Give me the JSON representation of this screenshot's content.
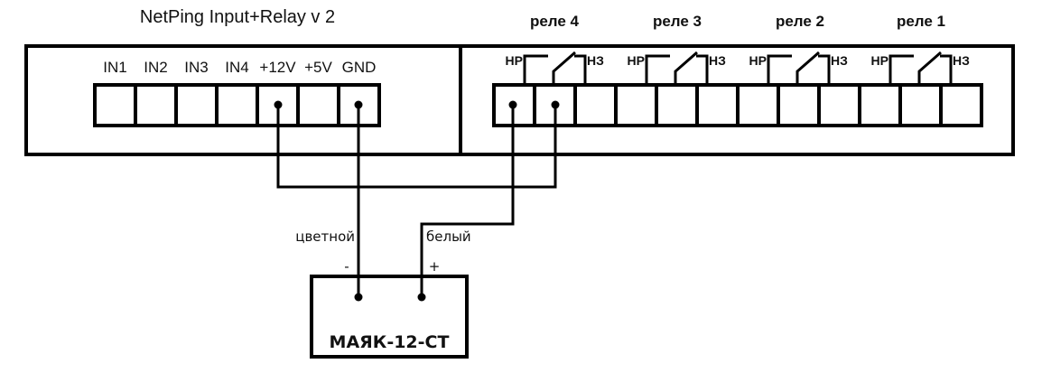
{
  "device": {
    "title": "NetPing Input+Relay v 2",
    "input_pins": [
      "IN1",
      "IN2",
      "IN3",
      "IN4",
      "+12V",
      "+5V",
      "GND"
    ],
    "relays": [
      {
        "label": "реле 4",
        "no_label": "НР",
        "nc_label": "НЗ"
      },
      {
        "label": "реле 3",
        "no_label": "НР",
        "nc_label": "НЗ"
      },
      {
        "label": "реле 2",
        "no_label": "НР",
        "nc_label": "НЗ"
      },
      {
        "label": "реле 1",
        "no_label": "НР",
        "nc_label": "НЗ"
      }
    ]
  },
  "wires": {
    "colored_label": "цветной",
    "white_label": "белый",
    "minus_label": "-",
    "plus_label": "+"
  },
  "beacon": {
    "label": "МАЯК-12-СТ"
  }
}
